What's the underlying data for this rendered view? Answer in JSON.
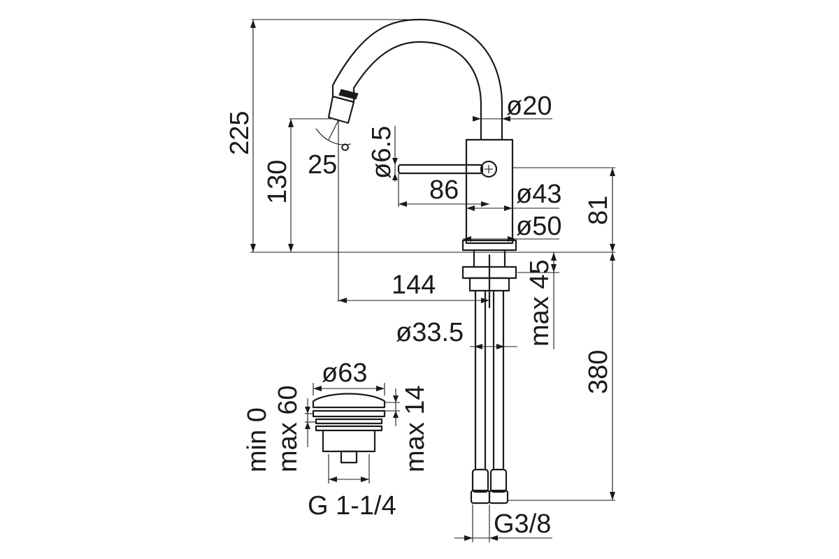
{
  "labels": {
    "d225": "225",
    "d130": "130",
    "angle": "25",
    "degree": "°",
    "d65": "ø6.5",
    "d20": "ø20",
    "d86": "86",
    "d43": "ø43",
    "d81": "81",
    "d50": "ø50",
    "d144": "144",
    "max45": "max 45",
    "d335": "ø33.5",
    "d380": "380",
    "d63": "ø63",
    "min0": "min 0",
    "max60": "max 60",
    "max14": "max 14",
    "g114": "G 1-1/4",
    "g38": "G3/8"
  }
}
